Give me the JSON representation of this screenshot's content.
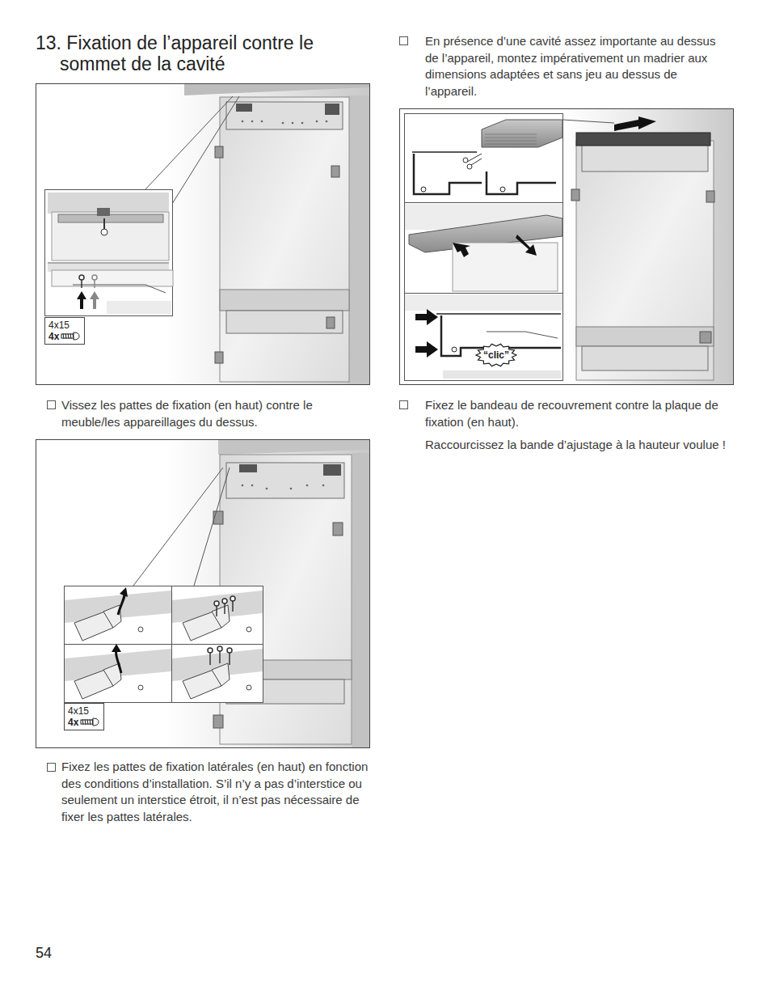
{
  "diagram": {
    "title": "13. Fixation de l’appareil contre le sommet de la cavité",
    "nodes": [
      {
        "text": [
          "4x15",
          "4x"
        ]
      },
      {
        "text": [
          "4x15",
          "4x"
        ]
      },
      {
        "text": [
          "“clic”"
        ]
      }
    ],
    "labels": [
      "Vissez les pattes de fixation (en haut) contre le meuble/les appareillages du dessus.",
      "Fixez les pattes de fixation latérales (en haut) en fonction des conditions d’installation. S’il n’y a pas d’interstice ou seulement un interstice étroit, il n’est pas nécessaire de fixer les pattes latérales.",
      "En présence d’une cavité assez importante au dessus de l’appareil, montez impérativement un madrier aux dimensions adaptées et sans jeu au dessus de l’appareil.",
      "Fixez le bandeau de recouvrement contre la plaque de fixation (en haut).",
      "Raccourcissez la bande d’ajustage à la hauteur voulue !",
      "54"
    ]
  }
}
